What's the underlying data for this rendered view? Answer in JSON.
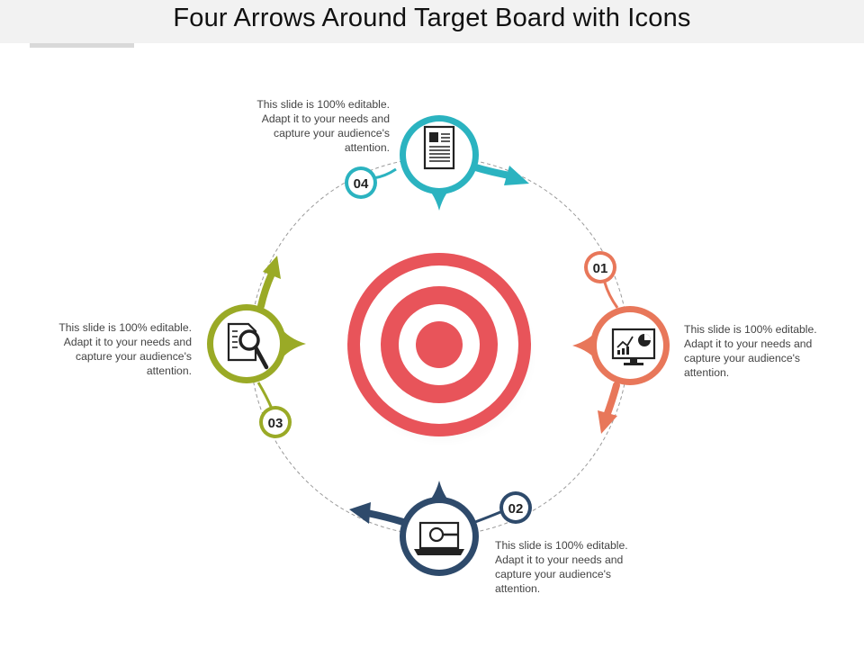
{
  "title": "Four Arrows Around Target Board with Icons",
  "colors": {
    "step1": "#e8775a",
    "step2": "#2e4a6b",
    "step3": "#9aaa26",
    "step4": "#2bb3c0",
    "target": "#e8545a",
    "dash": "#9a9a9a"
  },
  "steps": [
    {
      "number": "01",
      "icon": "monitor-chart-icon",
      "text": "This slide is 100% editable. Adapt it to your needs and capture your audience's attention."
    },
    {
      "number": "02",
      "icon": "laptop-search-icon",
      "text": "This slide is 100% editable. Adapt it to your needs and capture your audience's attention."
    },
    {
      "number": "03",
      "icon": "document-magnifier-icon",
      "text": "This slide is 100% editable. Adapt it to your needs and capture your audience's attention."
    },
    {
      "number": "04",
      "icon": "resume-document-icon",
      "text": "This slide is 100% editable. Adapt it to your needs and capture your audience's attention."
    }
  ]
}
